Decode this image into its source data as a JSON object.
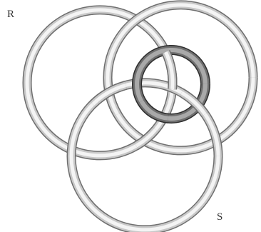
{
  "labels": {
    "top_left": "R",
    "bottom_right": "S"
  },
  "colors": {
    "light_ring_outline": "#6e6e6e",
    "light_ring_fill": "#c8c8c8",
    "light_ring_highlight": "#f4f4f4",
    "dark_ring_outline": "#2e2e2e",
    "dark_ring_fill": "#6f6f6f",
    "dark_ring_highlight": "#a9a9a9",
    "background": "#ffffff"
  },
  "rings": [
    {
      "name": "upper-left-ring",
      "tone": "light"
    },
    {
      "name": "upper-right-ring",
      "tone": "light"
    },
    {
      "name": "lower-ring",
      "tone": "light"
    },
    {
      "name": "small-dark-ring",
      "tone": "dark"
    }
  ]
}
